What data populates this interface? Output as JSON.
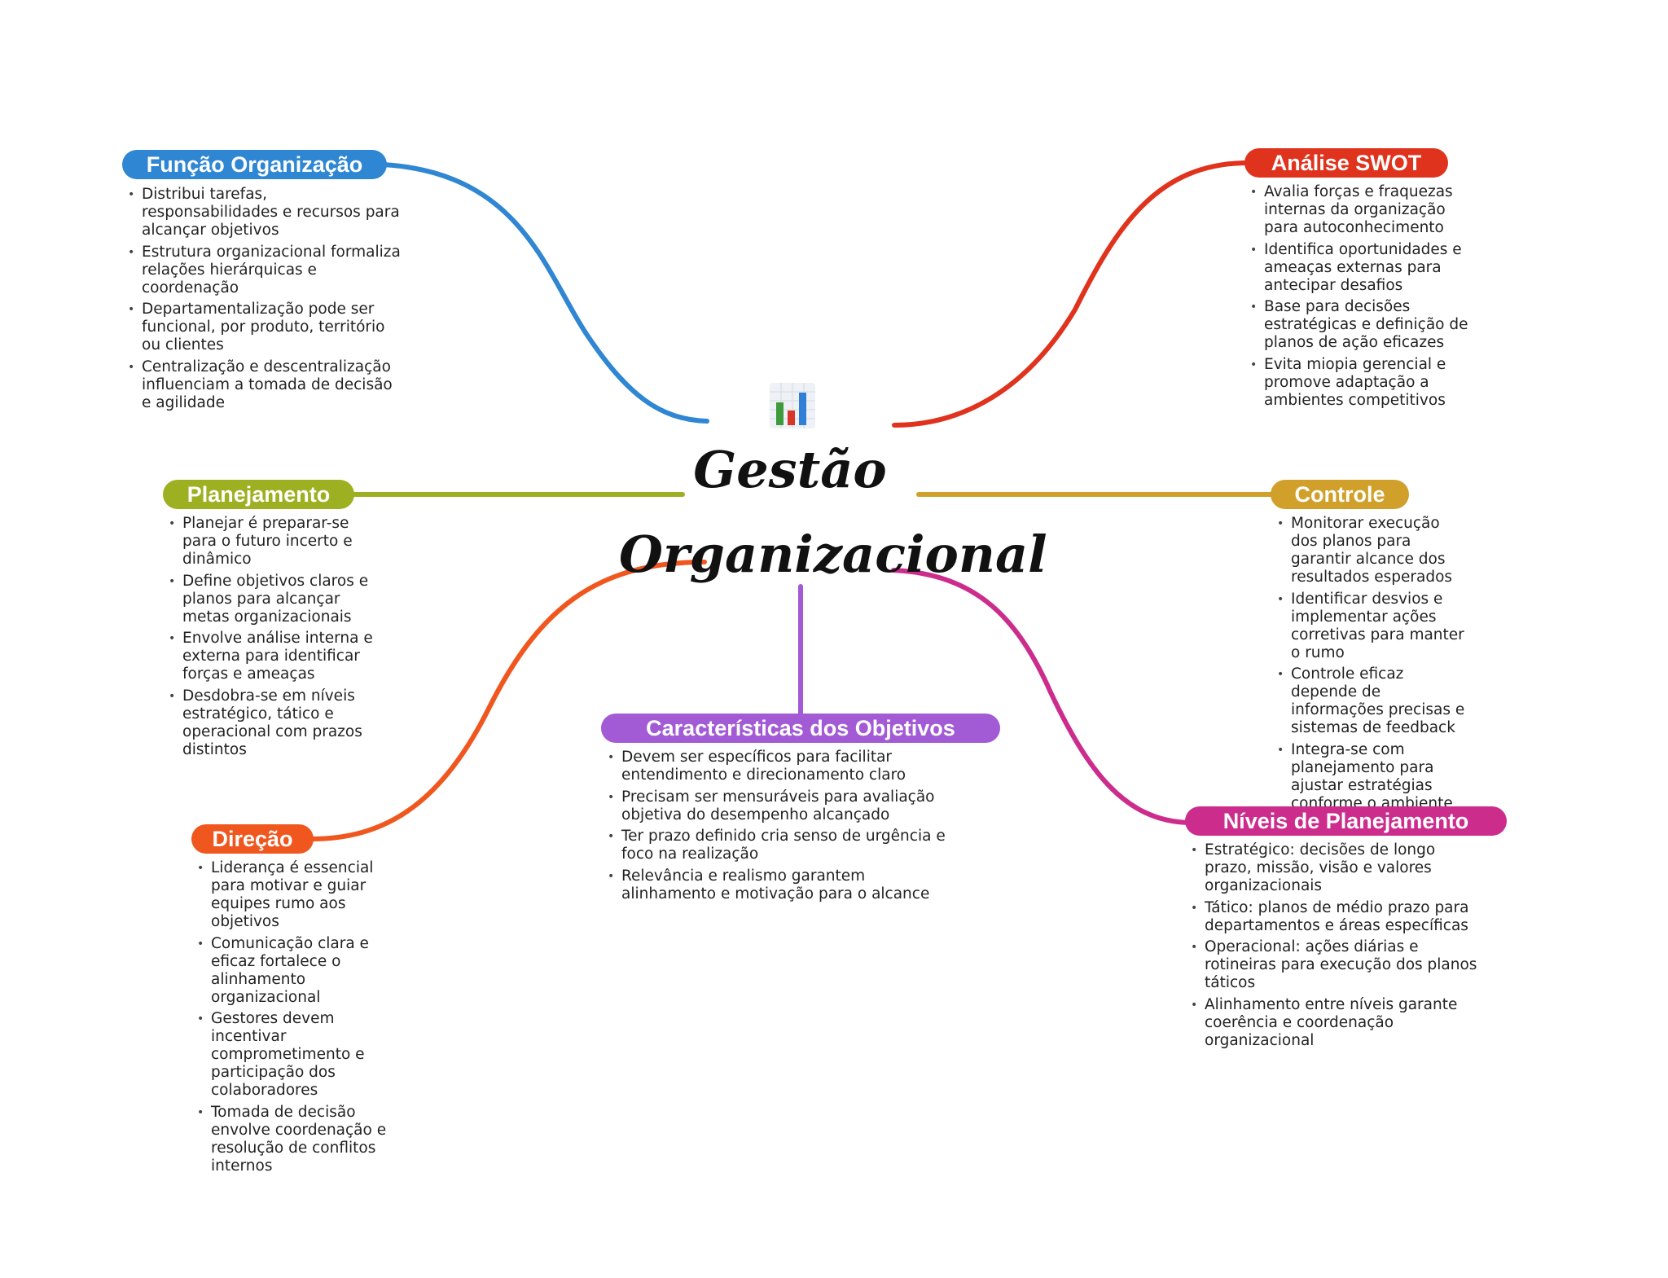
{
  "center": {
    "title_line1": "Gestão",
    "title_line2": "Organizacional",
    "icon": "bar-chart-icon"
  },
  "colors": {
    "funcao": "#2f86d2",
    "swot": "#e0331e",
    "planejamento": "#9db021",
    "controle": "#d0a02a",
    "direcao": "#f0571f",
    "objetivos": "#a35ad5",
    "niveis": "#cc2d8c"
  },
  "branches": {
    "funcao": {
      "label": "Função Organização",
      "items": [
        "Distribui tarefas, responsabilidades e recursos para alcançar objetivos",
        "Estrutura organizacional formaliza relações hierárquicas e coordenação",
        "Departamentalização pode ser funcional, por produto, território ou clientes",
        "Centralização e descentralização influenciam a tomada de decisão e agilidade"
      ]
    },
    "swot": {
      "label": "Análise SWOT",
      "items": [
        "Avalia forças e fraquezas internas da organização para autoconhecimento",
        "Identifica oportunidades e ameaças externas para antecipar desafios",
        "Base para decisões estratégicas e definição de planos de ação eficazes",
        "Evita miopia gerencial e promove adaptação a ambientes competitivos"
      ]
    },
    "planejamento": {
      "label": "Planejamento",
      "items": [
        "Planejar é preparar-se para o futuro incerto e dinâmico",
        "Define objetivos claros e planos para alcançar metas organizacionais",
        "Envolve análise interna e externa para identificar forças e ameaças",
        "Desdobra-se em níveis estratégico, tático e operacional com prazos distintos"
      ]
    },
    "controle": {
      "label": "Controle",
      "items": [
        "Monitorar execução dos planos para garantir alcance dos resultados esperados",
        "Identificar desvios e implementar ações corretivas para manter o rumo",
        "Controle eficaz depende de informações precisas e sistemas de feedback",
        "Integra-se com planejamento para ajustar estratégias conforme o ambiente"
      ]
    },
    "direcao": {
      "label": "Direção",
      "items": [
        "Liderança é essencial para motivar e guiar equipes rumo aos objetivos",
        "Comunicação clara e eficaz fortalece o alinhamento organizacional",
        "Gestores devem incentivar comprometimento e participação dos colaboradores",
        "Tomada de decisão envolve coordenação e resolução de conflitos internos"
      ]
    },
    "objetivos": {
      "label": "Características dos Objetivos",
      "items": [
        "Devem ser específicos para facilitar entendimento e direcionamento claro",
        "Precisam ser mensuráveis para avaliação objetiva do desempenho alcançado",
        "Ter prazo definido cria senso de urgência e foco na realização",
        "Relevância e realismo garantem alinhamento e motivação para o alcance"
      ]
    },
    "niveis": {
      "label": "Níveis de Planejamento",
      "items": [
        "Estratégico: decisões de longo prazo, missão, visão e valores organizacionais",
        "Tático: planos de médio prazo para departamentos e áreas específicas",
        "Operacional: ações diárias e rotineiras para execução dos planos táticos",
        "Alinhamento entre níveis garante coerência e coordenação organizacional"
      ]
    }
  }
}
